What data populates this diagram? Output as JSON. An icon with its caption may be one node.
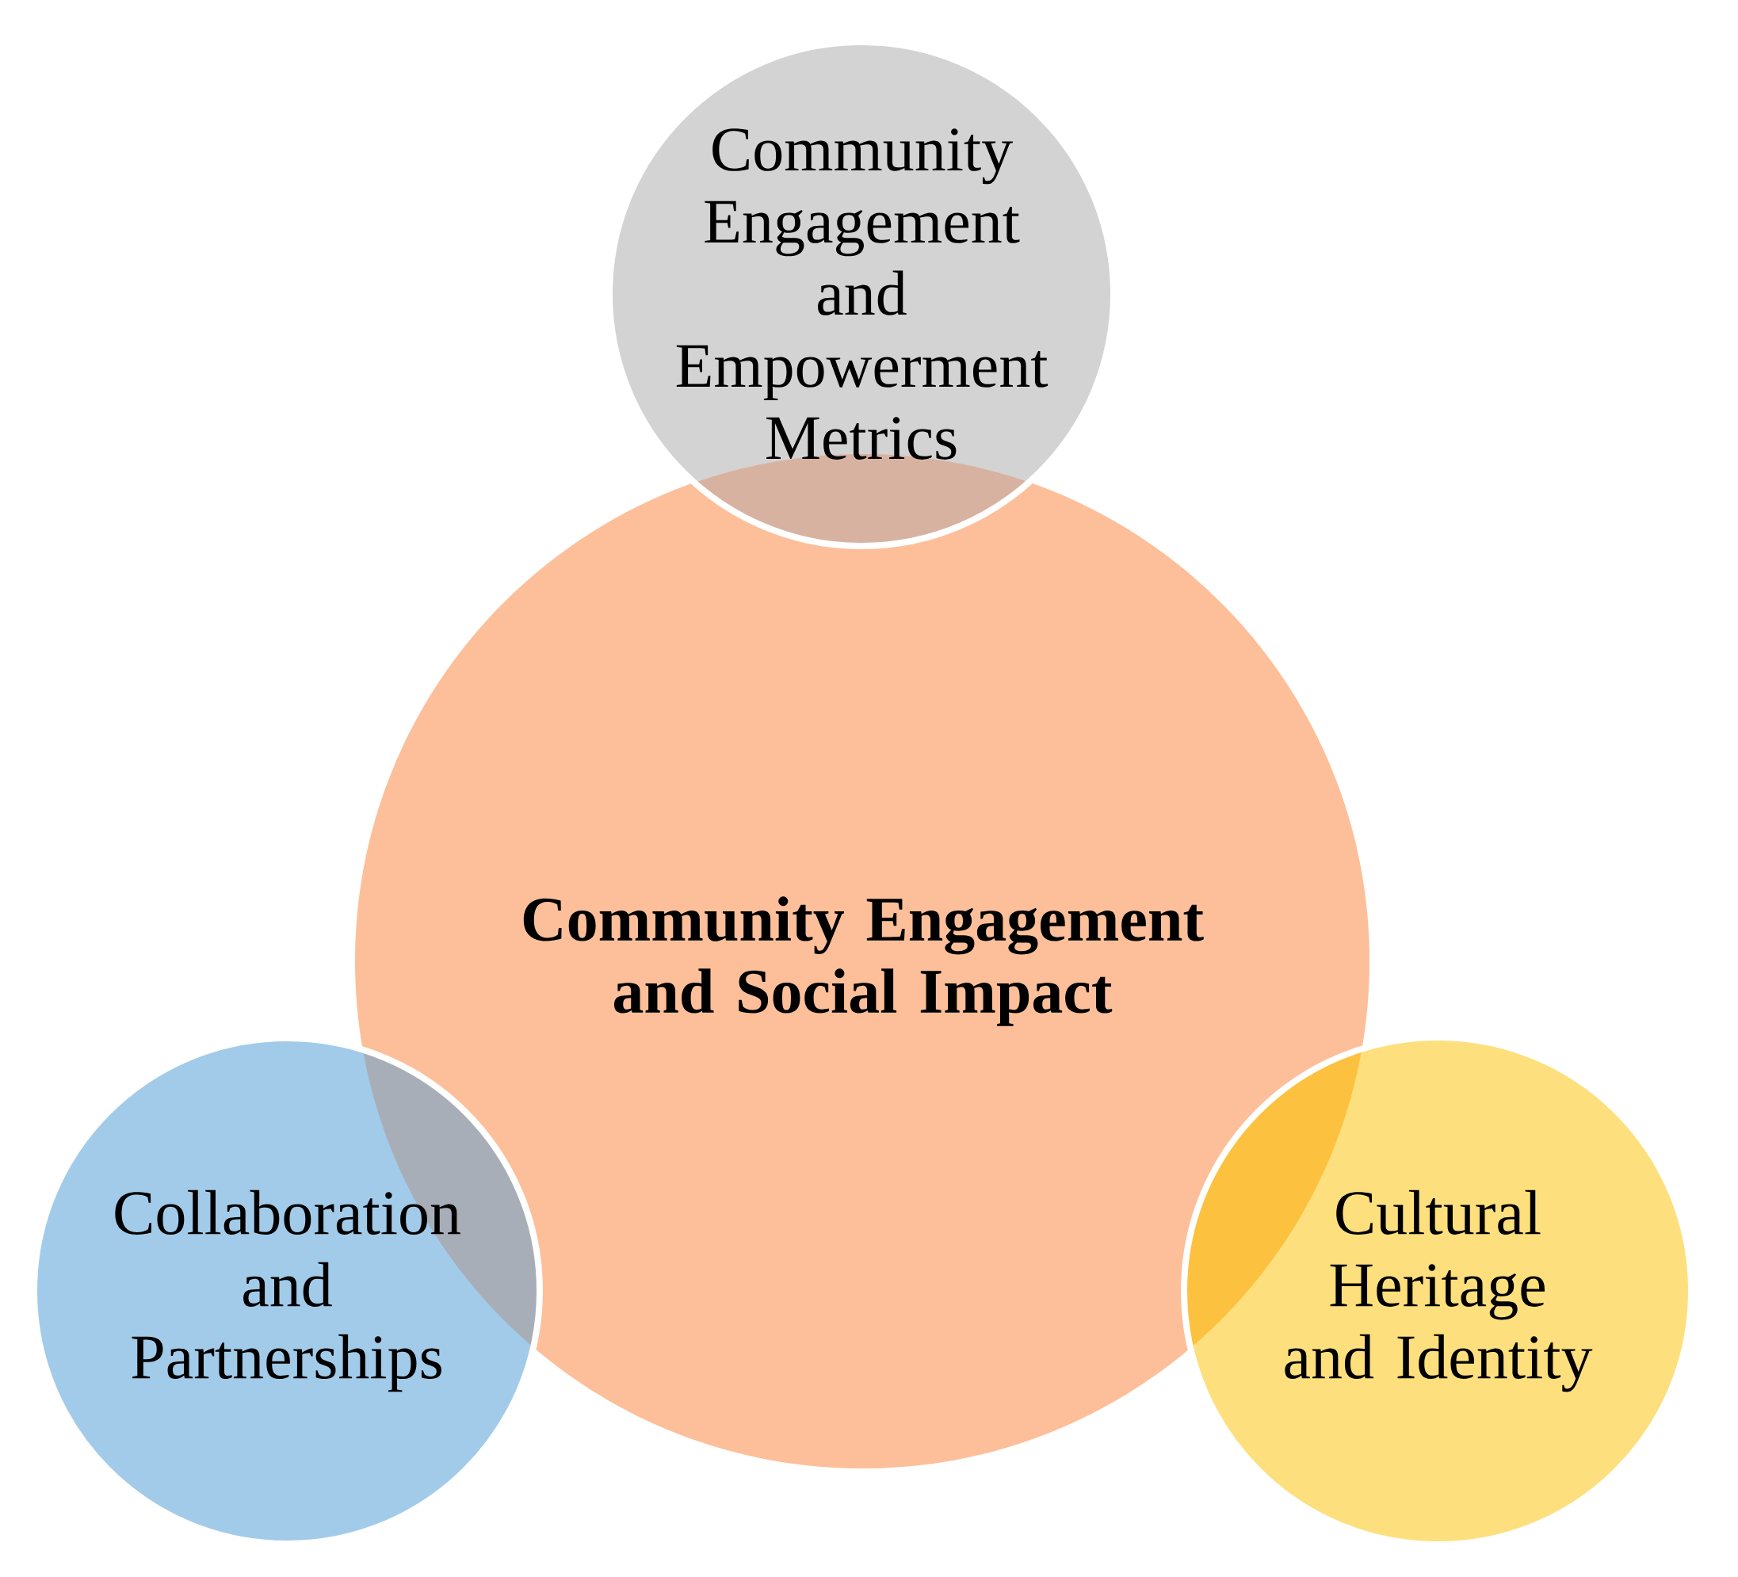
{
  "diagram": {
    "nodes": [
      {
        "text": [
          "Community Engagement and Empowerment Metrics"
        ]
      },
      {
        "text": [
          "Community Engagement and Social Impact"
        ]
      },
      {
        "text": [
          "Collaboration and Partnerships"
        ]
      },
      {
        "text": [
          "Cultural Heritage and Identity"
        ]
      }
    ]
  }
}
